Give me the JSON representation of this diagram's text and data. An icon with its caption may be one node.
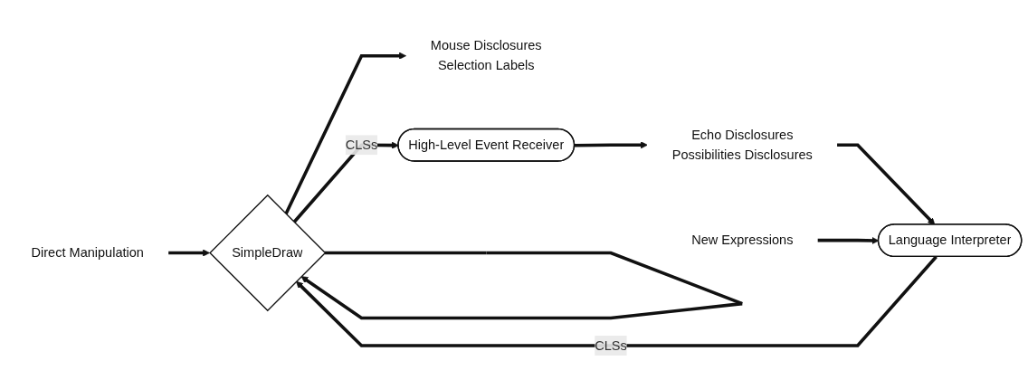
{
  "diagram": {
    "nodes": [
      {
        "text": [
          "Mouse Disclosures",
          "Selection Labels"
        ]
      },
      {
        "text": [
          "SimpleDraw"
        ]
      },
      {
        "text": [
          "High-Level Event Receiver"
        ]
      },
      {
        "text": [
          "Echo Disclosures",
          "Possibilities Disclosures"
        ]
      },
      {
        "text": [
          "Language Interpreter"
        ]
      },
      {
        "text": [
          "Direct Manipulation"
        ]
      },
      {
        "text": [
          "New Expressions"
        ]
      }
    ],
    "edges": [
      {
        "from": 1,
        "to": 0,
        "arrow": "to"
      },
      {
        "from": 1,
        "to": 2,
        "label": "CLSs",
        "arrow": "to"
      },
      {
        "from": 1,
        "to": 1,
        "arrow": "to"
      },
      {
        "from": 2,
        "to": 3,
        "arrow": "to"
      },
      {
        "from": 3,
        "to": 4,
        "arrow": "to"
      },
      {
        "from": 4,
        "to": 1,
        "label": "CLSs",
        "arrow": "to"
      },
      {
        "from": 5,
        "to": 1,
        "arrow": "to"
      },
      {
        "from": 6,
        "to": 4,
        "arrow": "to"
      }
    ]
  }
}
